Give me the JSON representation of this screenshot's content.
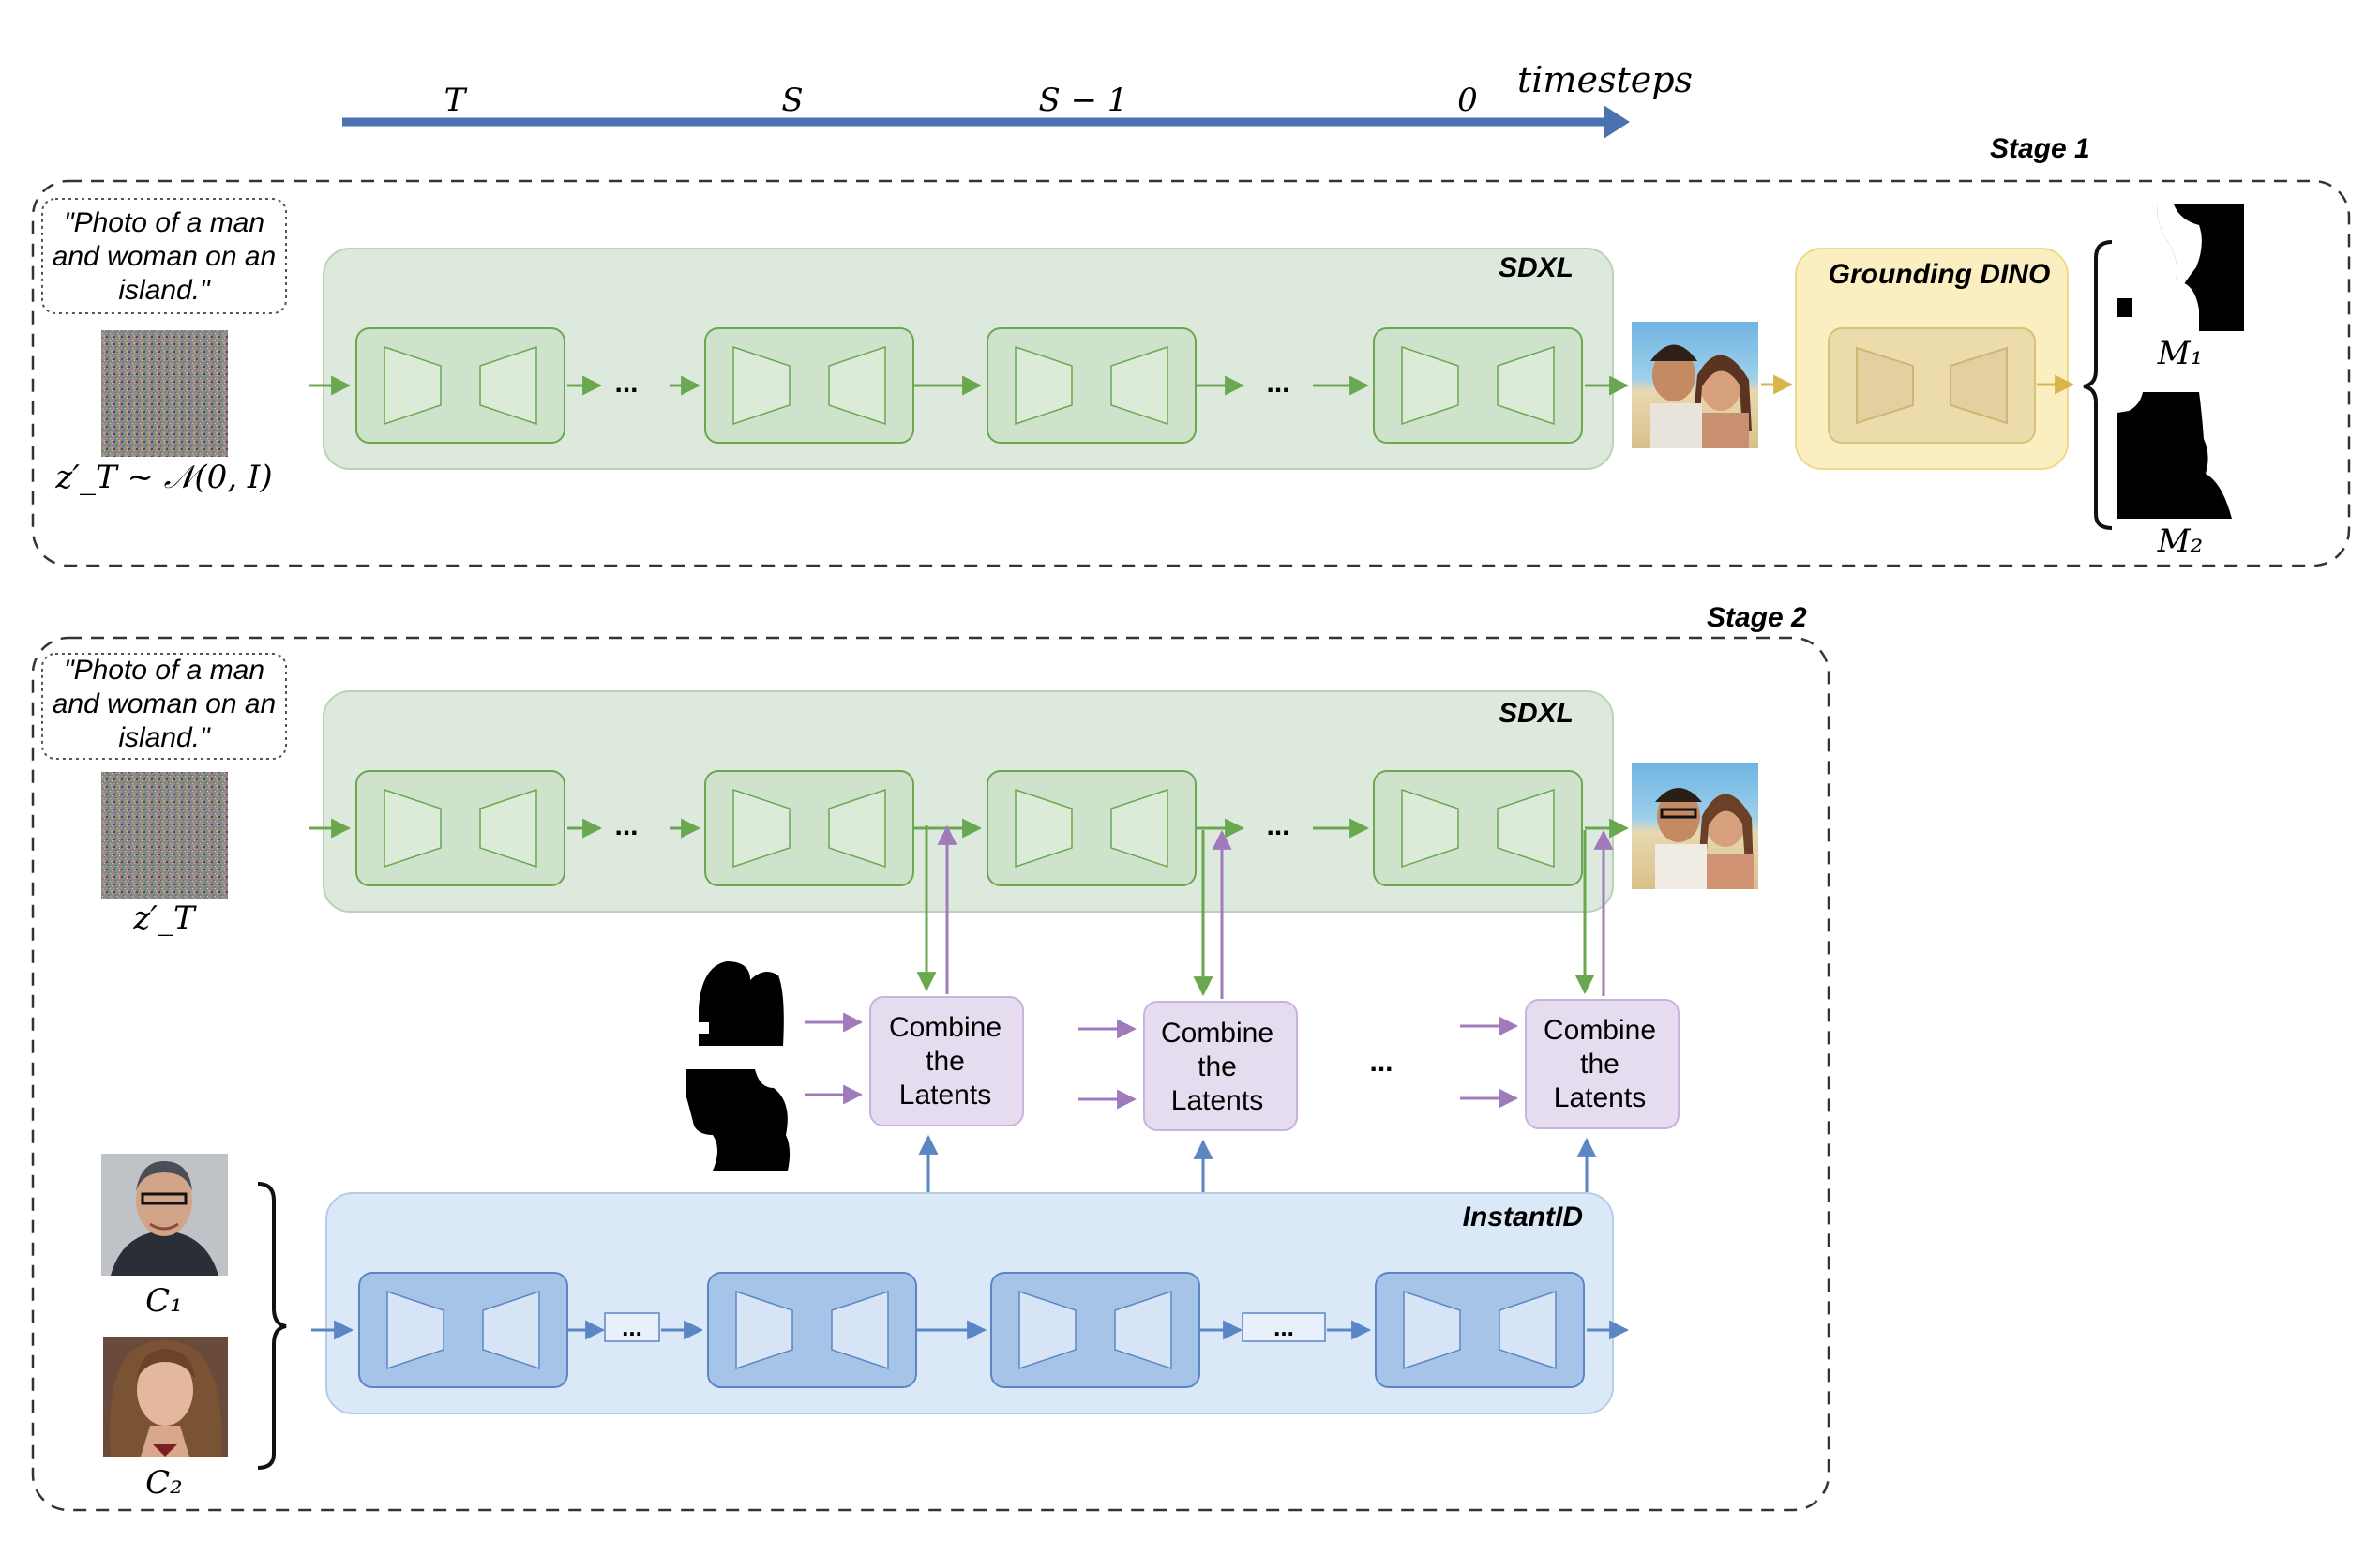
{
  "timeline": {
    "labels": [
      "T",
      "S",
      "S − 1",
      "0"
    ],
    "axis_label": "timesteps"
  },
  "stage1": {
    "title": "Stage 1",
    "prompt_lines": [
      "\"Photo of a man",
      "and woman on an",
      "island.\""
    ],
    "noise_label": "z′_T ~ 𝒩(0, I)",
    "sdxl_label": "SDXL",
    "dots": "...",
    "grounding_label": "Grounding DINO",
    "mask_labels": [
      "M₁",
      "M₂"
    ]
  },
  "stage2": {
    "title": "Stage 2",
    "prompt_lines": [
      "\"Photo of a man",
      "and woman on an",
      "island.\""
    ],
    "noise_label": "z′_T",
    "sdxl_label": "SDXL",
    "instantid_label": "InstantID",
    "dots": "...",
    "combine_lines": [
      "Combine",
      "the",
      "Latents"
    ],
    "identity_labels": [
      "C₁",
      "C₂"
    ]
  },
  "colors": {
    "timeline": "#4a72b0",
    "green": "#6aa84f",
    "green_fill": "#dde9dc",
    "blue": "#5b86c4",
    "blue_fill": "#dbe8f8",
    "yellow": "#d9b64a",
    "yellow_fill": "#fbefc2",
    "purple": "#a07bbb",
    "purple_fill": "#e6dcef"
  }
}
